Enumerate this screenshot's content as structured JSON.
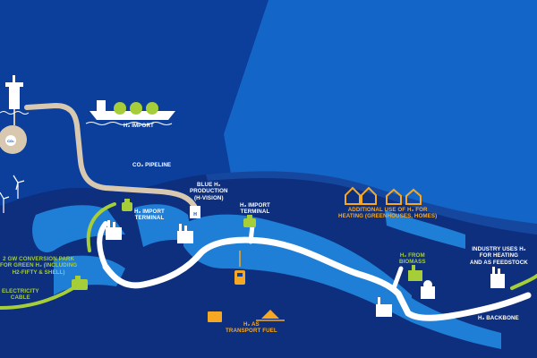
{
  "colors": {
    "sea_dark": "#0c3f9c",
    "sea_light": "#1366c8",
    "land": "#0d2f7e",
    "water": "#1f7fd6",
    "pipeline_white": "#ffffff",
    "pipeline_tan": "#d8c8b0",
    "accent_green": "#a6ce39",
    "accent_orange": "#f7a823"
  },
  "labels": {
    "h2_import_ship": "H₂ IMPORT",
    "co2_pipeline": "CO₂ PIPELINE",
    "blue_h2": "BLUE H₂\nPRODUCTION\n(H-VISION)",
    "h2_import_terminal_1": "H₂ IMPORT\nTERMINAL",
    "h2_import_terminal_2": "H₂ IMPORT\nTERMINAL",
    "additional_use": "ADDITIONAL USE OF H₂ FOR\nHEATING (GREENHOUSES, HOMES)",
    "h2_from_biomass": "H₂ FROM\nBIOMASS",
    "industry_uses": "INDUSTRY USES H₂\nFOR HEATING\nAND AS FEEDSTOCK",
    "conversion_park": "2 GW CONVERSION PARK\nFOR GREEN H₂ (INCLUDING\nH2-FIFTY & SHELL)",
    "electricity_cable": "ELECTRICITY\nCABLE",
    "transport_fuel": "H₂ AS\nTRANSPORT FUEL",
    "h2_backbone": "H₂ BACKBONE"
  }
}
